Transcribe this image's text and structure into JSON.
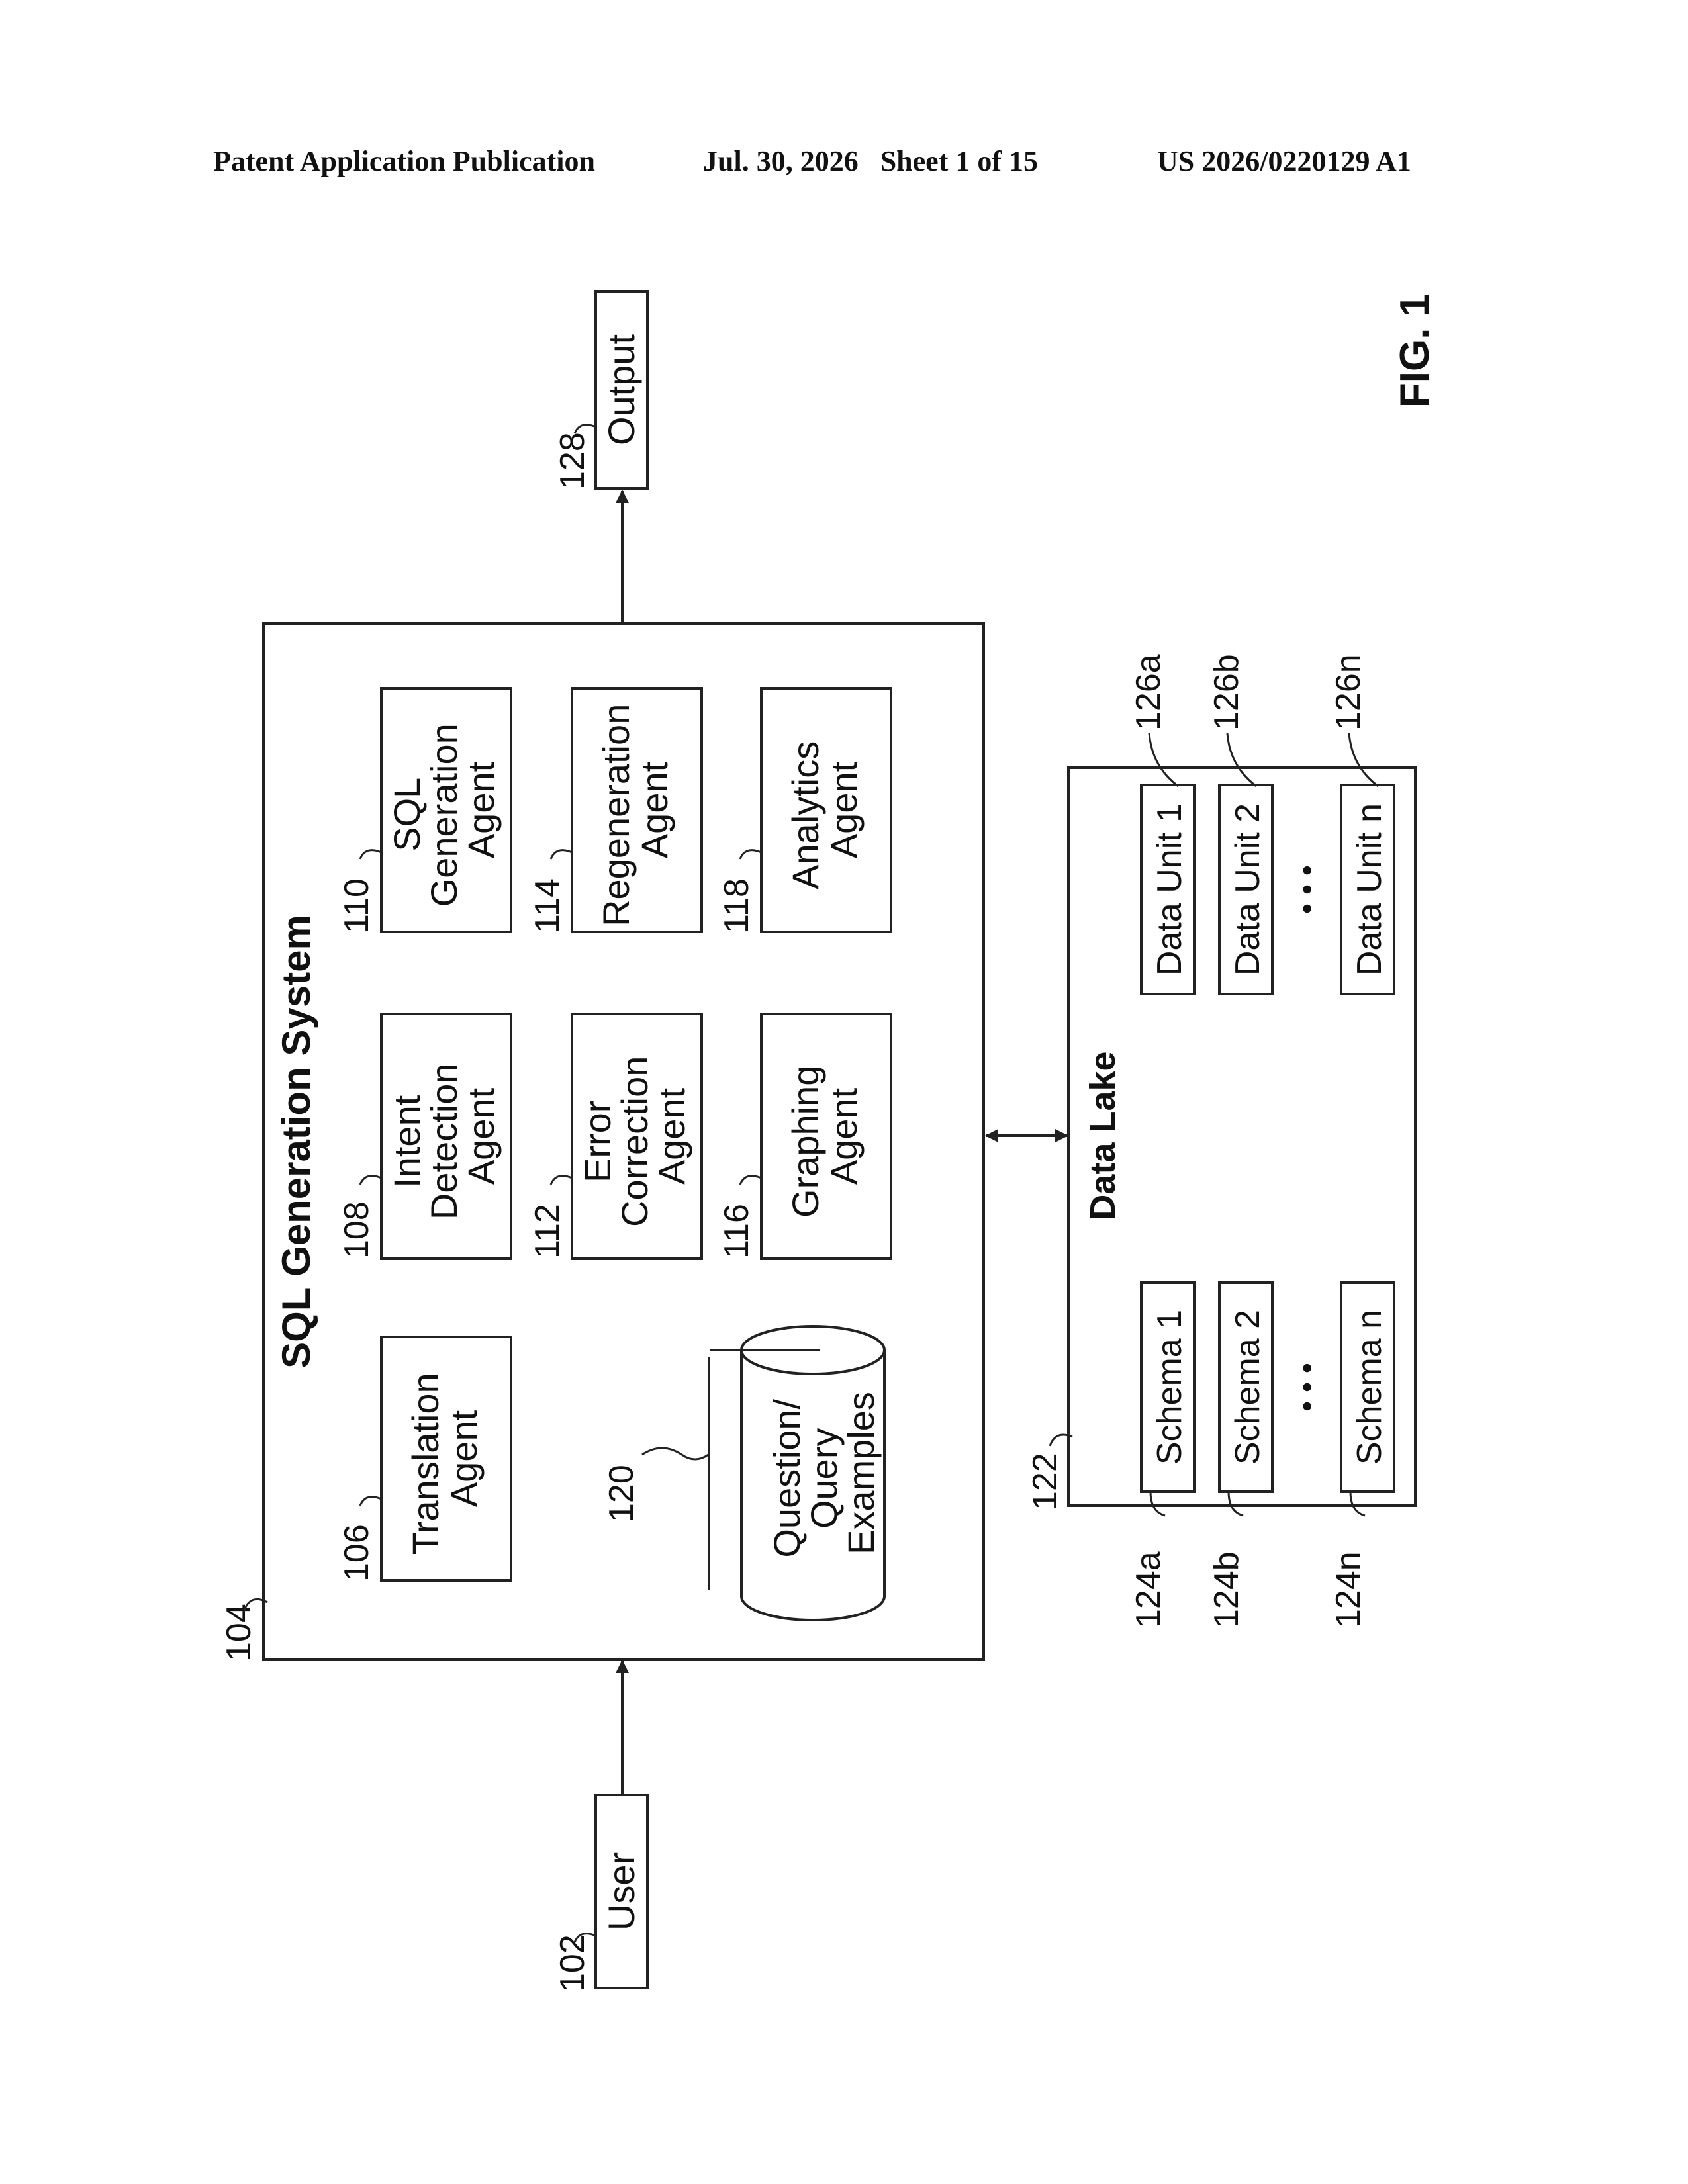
{
  "header": {
    "publication": "Patent Application Publication",
    "date_sheet": "Jul. 30, 2026   Sheet 1 of 15",
    "number": "US 2026/0220129 A1"
  },
  "figure_label": "FIG. 1",
  "user": {
    "ref": "102",
    "label": "User"
  },
  "output": {
    "ref": "128",
    "label": "Output"
  },
  "system": {
    "ref": "104",
    "title": "SQL Generation System",
    "agents": [
      {
        "ref": "106",
        "lines": [
          "Translation",
          "Agent"
        ]
      },
      {
        "ref": "108",
        "lines": [
          "Intent",
          "Detection",
          "Agent"
        ]
      },
      {
        "ref": "110",
        "lines": [
          "SQL",
          "Generation",
          "Agent"
        ]
      },
      {
        "ref": "112",
        "lines": [
          "Error",
          "Correction",
          "Agent"
        ]
      },
      {
        "ref": "114",
        "lines": [
          "Regeneration",
          "Agent"
        ]
      },
      {
        "ref": "116",
        "lines": [
          "Graphing",
          "Agent"
        ]
      },
      {
        "ref": "118",
        "lines": [
          "Analytics",
          "Agent"
        ]
      }
    ],
    "database": {
      "ref": "120",
      "lines": [
        "Question/",
        "Query",
        "Examples"
      ]
    }
  },
  "data_lake": {
    "ref": "122",
    "title": "Data Lake",
    "schemas": [
      {
        "ref": "124a",
        "label": "Schema 1"
      },
      {
        "ref": "124b",
        "label": "Schema 2"
      },
      {
        "ref": "124n",
        "label": "Schema n"
      }
    ],
    "data_units": [
      {
        "ref": "126a",
        "label": "Data Unit 1"
      },
      {
        "ref": "126b",
        "label": "Data Unit 2"
      },
      {
        "ref": "126n",
        "label": "Data Unit n"
      }
    ],
    "ellipsis": "• • •"
  }
}
